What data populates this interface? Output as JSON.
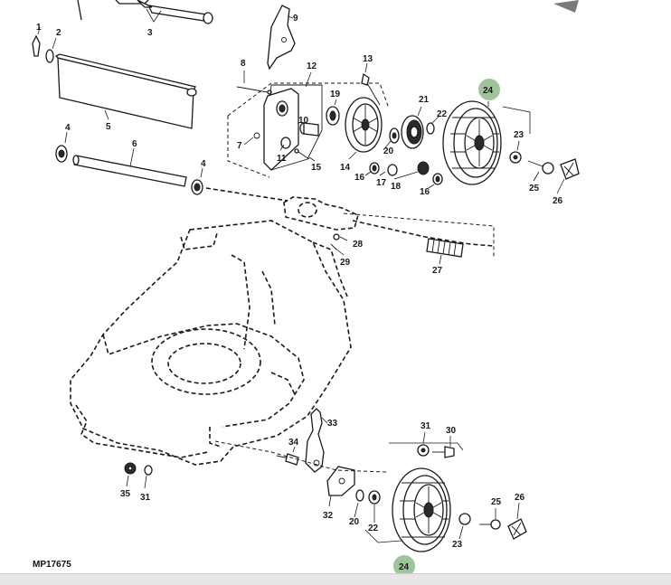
{
  "colors": {
    "highlight": "#9ec49b",
    "ink": "#1a1a1a",
    "footer": "#e6e6e6"
  },
  "diagram": {
    "reference_code": "MP17675",
    "callouts": {
      "c1": "1",
      "c2": "2",
      "c3": "3",
      "c4a": "4",
      "c4b": "4",
      "c5": "5",
      "c6": "6",
      "c7": "7",
      "c8": "8",
      "c9": "9",
      "c10": "10",
      "c11": "11",
      "c12": "12",
      "c13": "13",
      "c14": "14",
      "c15": "15",
      "c16a": "16",
      "c16b": "16",
      "c17": "17",
      "c18": "18",
      "c19": "19",
      "c20a": "20",
      "c20b": "20",
      "c21": "21",
      "c22a": "22",
      "c22b": "22",
      "c23a": "23",
      "c23b": "23",
      "c24a": "24",
      "c24b": "24",
      "c25a": "25",
      "c25b": "25",
      "c26a": "26",
      "c26b": "26",
      "c27": "27",
      "c28": "28",
      "c29": "29",
      "c30": "30",
      "c31a": "31",
      "c31b": "31",
      "c32": "32",
      "c33": "33",
      "c34": "34",
      "c35": "35"
    },
    "highlighted_part": "24"
  }
}
